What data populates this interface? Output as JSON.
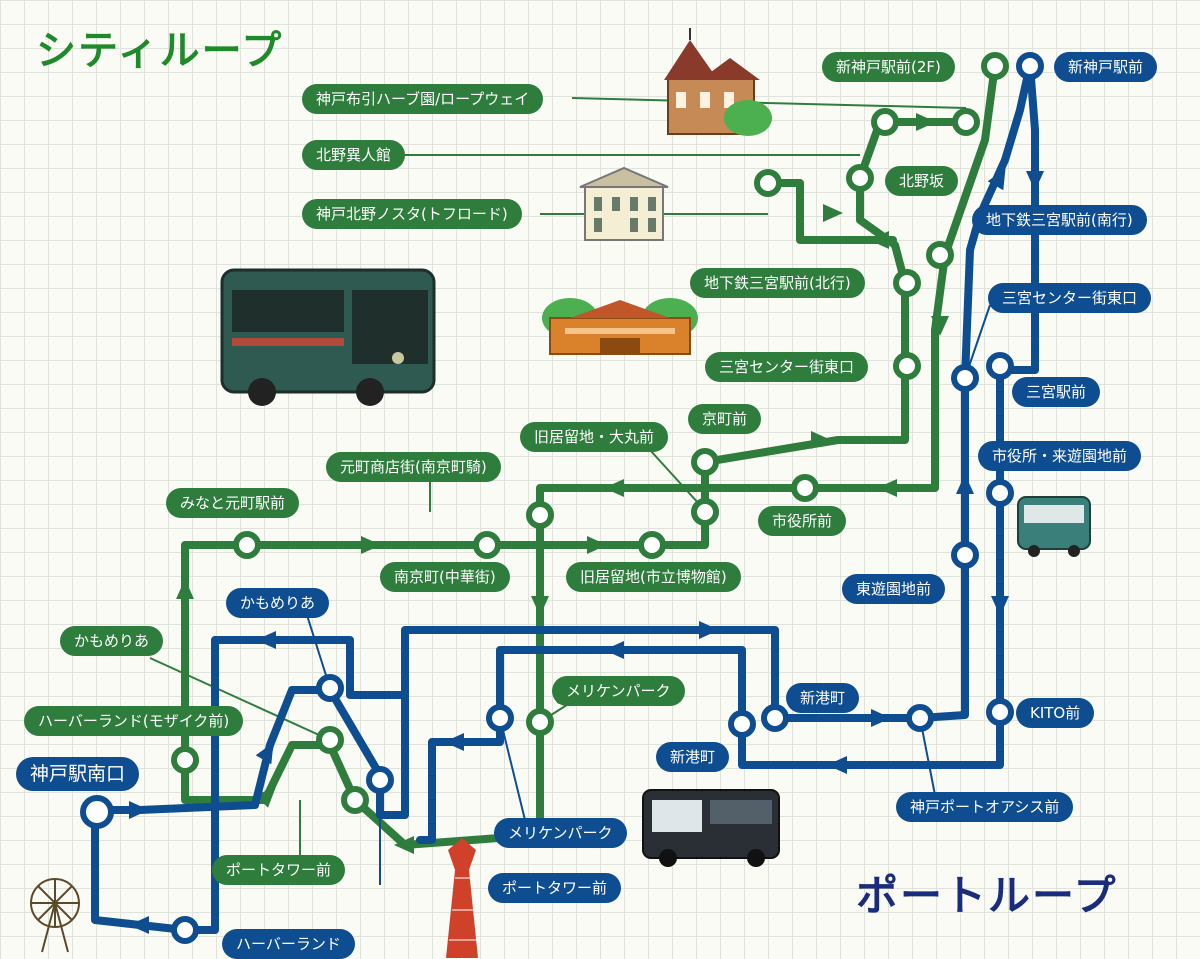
{
  "titles": {
    "city_loop": "シティループ",
    "port_loop": "ポートループ"
  },
  "colors": {
    "city_loop": "#2e7d3c",
    "port_loop": "#0f4d91"
  },
  "stops": {
    "city": {
      "shinkobe_2f": "新神戸駅前(2F)",
      "nunobiki": "神戸布引ハーブ園/ロープウェイ",
      "kitano_ijinkan": "北野異人館",
      "kitano_nosta": "神戸北野ノスタ(トフロード)",
      "kitanozaka": "北野坂",
      "subway_sannomiya_north": "地下鉄三宮駅前(北行)",
      "sannomiya_center_east": "三宮センター街東口",
      "kyomachi": "京町前",
      "kyukyoryuchi_daimaru": "旧居留地・大丸前",
      "motomachi_shotengai": "元町商店街(南京町騎)",
      "minato_motomachi": "みなと元町駅前",
      "nankinmachi": "南京町(中華街)",
      "kyukyoryuchi_museum": "旧居留地(市立博物館)",
      "shiyakusho": "市役所前",
      "kamomeria": "かもめりあ",
      "harborland_mosaic": "ハーバーランド(モザイク前)",
      "meriken_park": "メリケンパーク",
      "port_tower": "ポートタワー前"
    },
    "port": {
      "shinkobe": "新神戸駅前",
      "subway_sannomiya_south": "地下鉄三宮駅前(南行)",
      "sannomiya_center_east": "三宮センター街東口",
      "sannomiya_station": "三宮駅前",
      "city_hall_yuenchi": "市役所・来遊園地前",
      "higashi_yuenchi": "東遊園地前",
      "kito": "KITO前",
      "shinkocho_a": "新港町",
      "shinkocho_b": "新港町",
      "port_oasis": "神戸ポートオアシス前",
      "kamomeria": "かもめりあ",
      "meriken_park": "メリケンパーク",
      "port_tower": "ポートタワー前",
      "harborland": "ハーバーランド",
      "kobe_south": "神戸駅南口"
    }
  }
}
